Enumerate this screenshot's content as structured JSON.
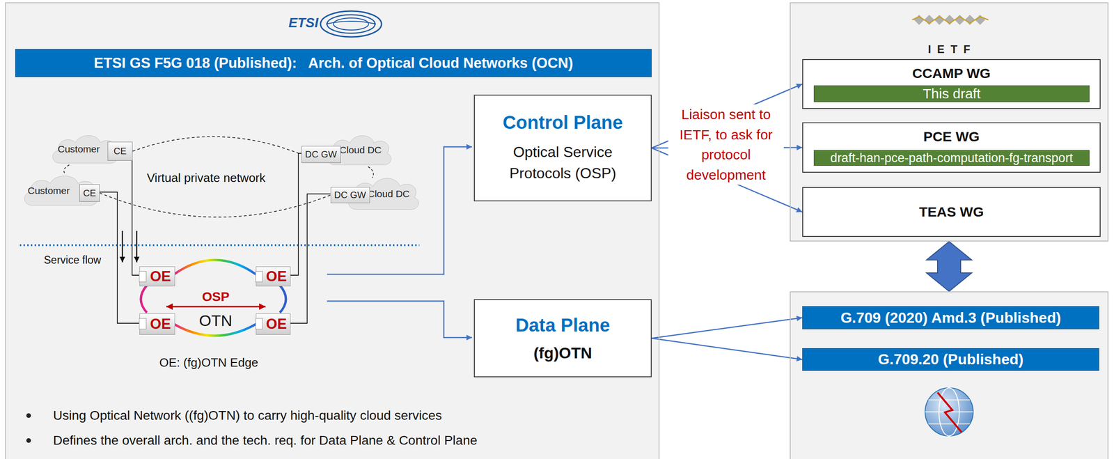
{
  "diagram": {
    "nodes": [
      {
        "text": [
          "ETSI"
        ]
      },
      {
        "text": [
          "ETSI GS F5G 018 (Published):   Arch. of Optical Cloud Networks (OCN)"
        ],
        "in": 0
      },
      {
        "text": [
          "Customer"
        ],
        "in": 0
      },
      {
        "text": [
          "CE"
        ],
        "in": 2
      },
      {
        "text": [
          "Cloud DC"
        ],
        "in": 0
      },
      {
        "text": [
          "DC GW"
        ],
        "in": 4
      },
      {
        "text": [
          "Customer"
        ],
        "in": 0
      },
      {
        "text": [
          "CE"
        ],
        "in": 6
      },
      {
        "text": [
          "Cloud DC"
        ],
        "in": 0
      },
      {
        "text": [
          "DC GW"
        ],
        "in": 8
      },
      {
        "text": [
          "OE"
        ],
        "in": 0
      },
      {
        "text": [
          "OE"
        ],
        "in": 0
      },
      {
        "text": [
          "OE"
        ],
        "in": 0
      },
      {
        "text": [
          "OE"
        ],
        "in": 0
      },
      {
        "text": [
          "Control Plane",
          "Optical Service Protocols (OSP)"
        ],
        "in": 0
      },
      {
        "text": [
          "Data Plane",
          "(fg)OTN"
        ],
        "in": 0
      },
      {
        "text": [
          "IETF"
        ]
      },
      {
        "text": [
          "CCAMP WG"
        ],
        "in": 16
      },
      {
        "text": [
          "This draft"
        ],
        "in": 17
      },
      {
        "text": [
          "PCE WG"
        ],
        "in": 16
      },
      {
        "text": [
          "draft-han-pce-path-computation-fg-transport"
        ],
        "in": 19
      },
      {
        "text": [
          "TEAS WG"
        ],
        "in": 16
      },
      {
        "text": []
      },
      {
        "text": [
          "G.709 (2020) Amd.3 (Published)"
        ],
        "in": 22
      },
      {
        "text": [
          "G.709.20 (Published)"
        ],
        "in": 22
      }
    ],
    "edges": [
      {
        "from": 14,
        "to": 17,
        "arrow": "to"
      },
      {
        "from": 14,
        "to": 19,
        "arrow": "to",
        "label": "Liaison sent to IETF, to ask for protocol development"
      },
      {
        "from": 14,
        "to": 21,
        "arrow": "to"
      },
      {
        "from": 15,
        "to": 23,
        "arrow": "to"
      },
      {
        "from": 15,
        "to": 24,
        "arrow": "to"
      },
      {
        "from": 16,
        "to": 22,
        "arrow": "both"
      },
      {
        "from": 3,
        "to": 10,
        "arrow": "none"
      },
      {
        "from": 7,
        "to": 12,
        "arrow": "none"
      },
      {
        "from": 5,
        "to": 11,
        "arrow": "none"
      },
      {
        "from": 9,
        "to": 13,
        "arrow": "none"
      },
      {
        "from": 3,
        "to": 5,
        "arrow": "none"
      },
      {
        "from": 7,
        "to": 9,
        "arrow": "none"
      }
    ],
    "labels": [
      "Virtual private network",
      "Service flow",
      "OSP",
      "OTN",
      "OE: (fg)OTN Edge",
      "Using Optical Network ((fg)OTN) to carry high-quality cloud services",
      "Defines the overall arch. and the tech. req. for Data Plane & Control Plane"
    ]
  }
}
